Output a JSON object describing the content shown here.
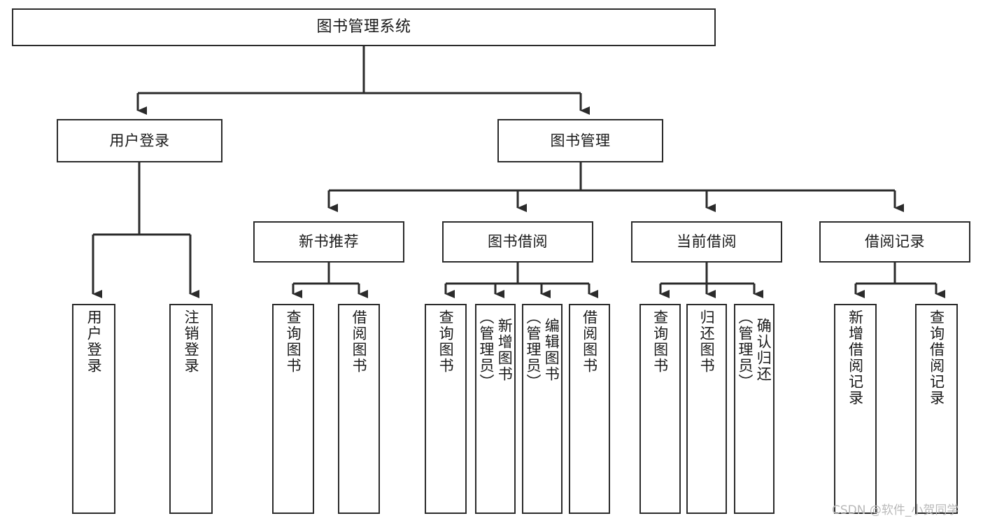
{
  "diagram": {
    "title": "图书管理系统",
    "type": "tree-hierarchy",
    "watermark": "CSDN @软件_小贺同学",
    "colors": {
      "background": "#ffffff",
      "node_border": "#2b2b2b",
      "node_fill": "#ffffff",
      "edge": "#2b2b2b",
      "text": "#1a1a1a",
      "watermark": "#b9b9b9"
    },
    "nodes": {
      "root": {
        "label": "图书管理系统"
      },
      "level2": [
        {
          "label": "用户登录"
        },
        {
          "label": "图书管理"
        }
      ],
      "level3": [
        {
          "label": "新书推荐"
        },
        {
          "label": "图书借阅"
        },
        {
          "label": "当前借阅"
        },
        {
          "label": "借阅记录"
        }
      ],
      "leaves": {
        "user_login": [
          {
            "label": "用户登录"
          },
          {
            "label": "注销登录"
          }
        ],
        "new_book_recommend": [
          {
            "label": "查询图书"
          },
          {
            "label": "借阅图书"
          }
        ],
        "book_borrow": [
          {
            "label": "查询图书"
          },
          {
            "label": "新增图书\n（管理员）"
          },
          {
            "label": "编辑图书\n（管理员）"
          },
          {
            "label": "借阅图书"
          }
        ],
        "current_borrow": [
          {
            "label": "查询图书"
          },
          {
            "label": "归还图书"
          },
          {
            "label": "确认归还\n（管理员）"
          }
        ],
        "borrow_records": [
          {
            "label": "新增借阅记录"
          },
          {
            "label": "查询借阅记录"
          }
        ]
      }
    }
  }
}
